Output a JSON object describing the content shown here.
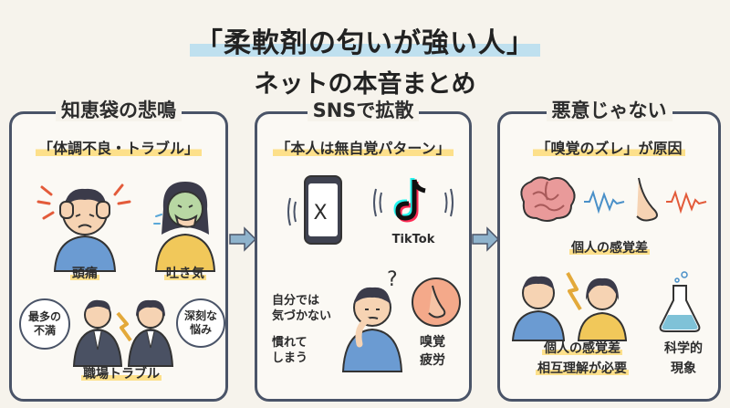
{
  "title": {
    "line1": "「柔軟剤の匂いが強い人」",
    "line2": "ネットの本音まとめ"
  },
  "panels": [
    {
      "heading": "知恵袋の悲鳴",
      "subtitle": "「体調不良・トラブル」",
      "labels": {
        "headache": "頭痛",
        "nausea": "吐き気",
        "workplace": "職場トラブル"
      },
      "bubbles": {
        "left": [
          "最多の",
          "不満"
        ],
        "right": [
          "深刻な",
          "悩み"
        ]
      }
    },
    {
      "heading": "SNSで拡散",
      "subtitle": "「本人は無自覚パターン」",
      "apps": {
        "x": "X",
        "tiktok": "TikTok"
      },
      "notes": {
        "unaware": [
          "自分では",
          "気づかない"
        ],
        "used": [
          "慣れて",
          "しまう"
        ],
        "fatigue": [
          "嗅覚",
          "疲労"
        ]
      }
    },
    {
      "heading": "悪意じゃない",
      "subtitle": "「嗅覚のズレ」が原因",
      "labels": {
        "individual": "個人の感覚差",
        "mutual_line1": "個人の感覚差",
        "mutual_line2": "相互理解が必要",
        "science_line1": "科学的",
        "science_line2": "現象"
      }
    }
  ],
  "colors": {
    "border": "#4a5468",
    "title_highlight": "#bfe0ef",
    "label_highlight": "#fde08a",
    "arrow": "#8fb3cc",
    "shirt_blue": "#6b9bd2",
    "shirt_yellow": "#f1c85a",
    "skin": "#f6d3b3",
    "brain": "#e99a9a"
  }
}
